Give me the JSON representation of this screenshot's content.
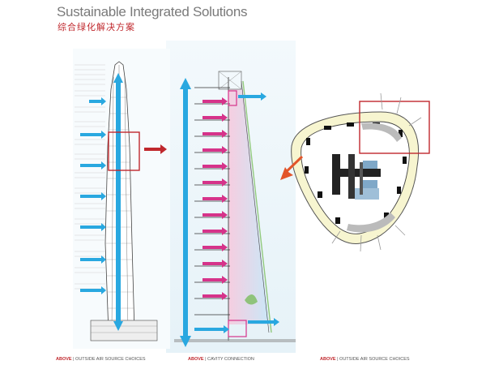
{
  "header": {
    "title": "Sustainable Integrated Solutions",
    "subtitle": "综合绿化解决方案"
  },
  "captions": [
    {
      "highlight": "ABOVE",
      "text": " | OUTSIDE AIR SOURCE CHOICES"
    },
    {
      "highlight": "ABOVE",
      "text": " | CAVITY CONNECTION"
    },
    {
      "highlight": "ABOVE",
      "text": " | OUTSIDE AIR SOURCE CHOICES"
    }
  ],
  "colors": {
    "accent_red": "#c0282d",
    "air_blue": "#29a8e0",
    "duct_magenta": "#d6338a",
    "cavity_pink": "#f4b6d2",
    "cavity_blue": "#b9e0f5",
    "glass_green": "#c6e3a4",
    "sky_tint": "#eaf5fb"
  },
  "icons": {
    "flow_arrow": "right-arrow-icon",
    "vertical_flow": "double-headed-vertical-arrow-icon",
    "callout": "red-callout-arrow-icon"
  }
}
